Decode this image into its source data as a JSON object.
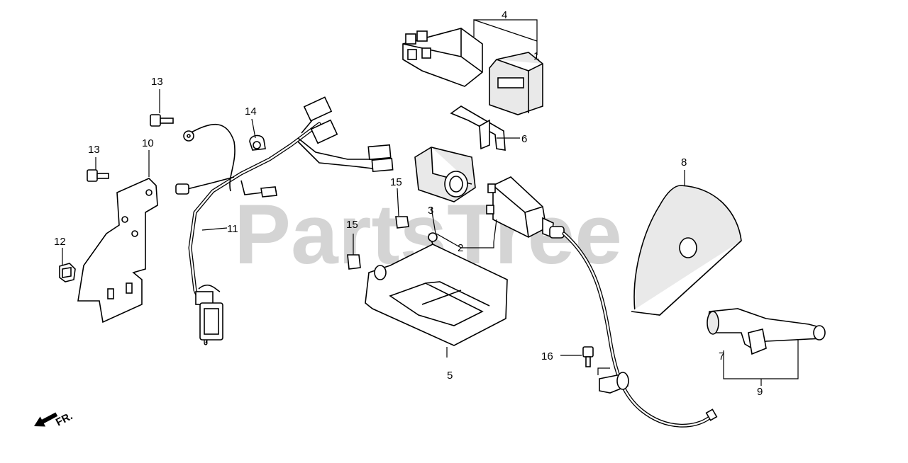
{
  "watermark": "PartsTree",
  "direction_label": "FR.",
  "callouts": [
    "1",
    "2",
    "3",
    "4",
    "5",
    "6",
    "7",
    "8",
    "9",
    "10",
    "11",
    "12",
    "13",
    "13",
    "14",
    "15",
    "15",
    "16"
  ]
}
